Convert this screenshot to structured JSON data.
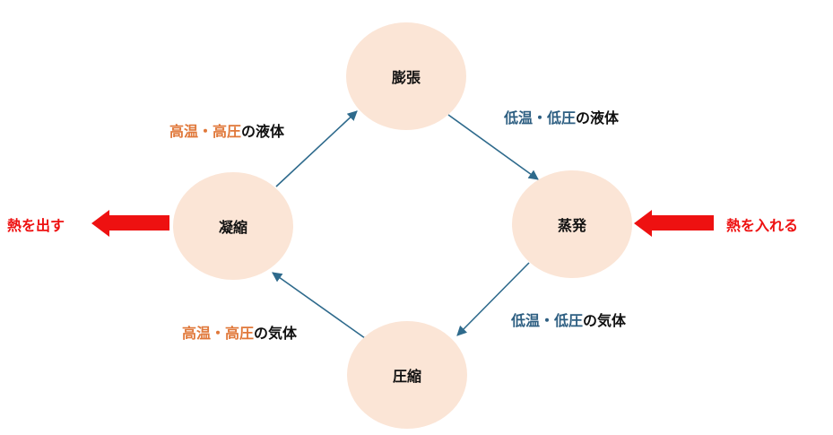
{
  "nodes": {
    "expansion": "膨張",
    "evaporation": "蒸発",
    "compression": "圧縮",
    "condensation": "凝縮"
  },
  "labels": {
    "cond_to_exp": {
      "prefix": "高温・高圧",
      "suffix": "の液体"
    },
    "exp_to_evap": {
      "prefix": "低温・低圧",
      "suffix": "の液体"
    },
    "evap_to_comp": {
      "prefix": "低温・低圧",
      "suffix": "の気体"
    },
    "comp_to_cond": {
      "prefix": "高温・高圧",
      "suffix": "の気体"
    }
  },
  "heat": {
    "release": "熱を出す",
    "absorb": "熱を入れる"
  },
  "colors": {
    "node_fill": "#fbe5d6",
    "flow_arrow": "#2e6a8c",
    "heat_arrow": "#ee1111",
    "hot_text": "#e0783a",
    "cool_text": "#2e5f82"
  }
}
